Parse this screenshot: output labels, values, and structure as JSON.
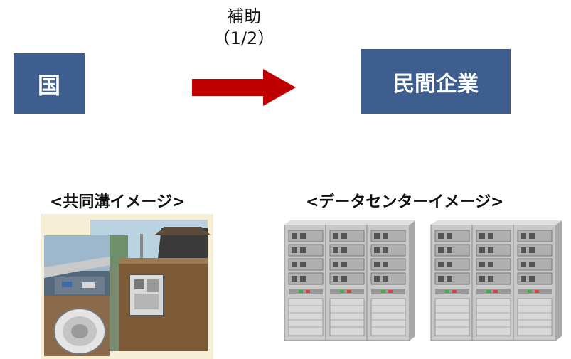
{
  "nodes": {
    "source_label": "国",
    "target_label": "民間企業"
  },
  "edge": {
    "label_line1": "補助",
    "label_line2": "（1/2）",
    "color": "#c00000"
  },
  "colors": {
    "box_fill": "#3d5e8f",
    "box_text": "#ffffff"
  },
  "images": {
    "utility_tunnel_caption": "<共同溝イメージ>",
    "data_center_caption": "<データセンターイメージ>"
  }
}
